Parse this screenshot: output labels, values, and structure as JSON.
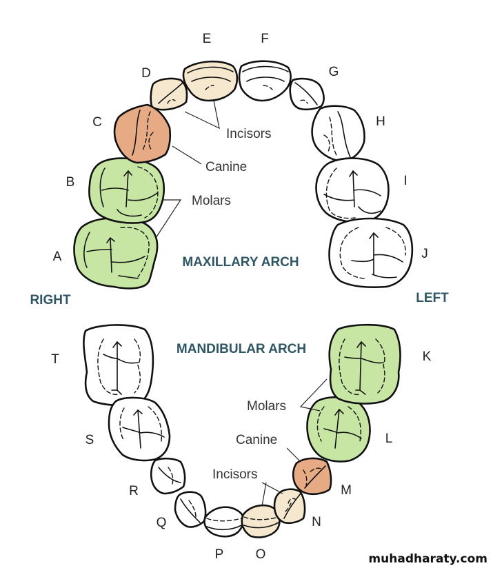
{
  "colors": {
    "molar": "#c7e6a4",
    "canine": "#e6aa84",
    "incisor": "#f6e7cf",
    "plain": "#ffffff",
    "title": "#2f5663"
  },
  "maxillary": {
    "title": "MAXILLARY ARCH",
    "callouts": {
      "incisors": "Incisors",
      "canine": "Canine",
      "molars": "Molars"
    },
    "teeth": [
      {
        "letter": "A",
        "type": "molar",
        "side": "right"
      },
      {
        "letter": "B",
        "type": "molar",
        "side": "right"
      },
      {
        "letter": "C",
        "type": "canine",
        "side": "right"
      },
      {
        "letter": "D",
        "type": "incisor",
        "side": "right"
      },
      {
        "letter": "E",
        "type": "incisor",
        "side": "right"
      },
      {
        "letter": "F",
        "type": "plain",
        "side": "left"
      },
      {
        "letter": "G",
        "type": "plain",
        "side": "left"
      },
      {
        "letter": "H",
        "type": "plain",
        "side": "left"
      },
      {
        "letter": "I",
        "type": "plain",
        "side": "left"
      },
      {
        "letter": "J",
        "type": "plain",
        "side": "left"
      }
    ]
  },
  "mandibular": {
    "title": "MANDIBULAR ARCH",
    "callouts": {
      "molars": "Molars",
      "canine": "Canine",
      "incisors": "Incisors"
    },
    "teeth": [
      {
        "letter": "K",
        "type": "molar",
        "side": "left"
      },
      {
        "letter": "L",
        "type": "molar",
        "side": "left"
      },
      {
        "letter": "M",
        "type": "canine",
        "side": "left"
      },
      {
        "letter": "N",
        "type": "incisor",
        "side": "left"
      },
      {
        "letter": "O",
        "type": "incisor",
        "side": "left"
      },
      {
        "letter": "P",
        "type": "plain",
        "side": "right"
      },
      {
        "letter": "Q",
        "type": "plain",
        "side": "right"
      },
      {
        "letter": "R",
        "type": "plain",
        "side": "right"
      },
      {
        "letter": "S",
        "type": "plain",
        "side": "right"
      },
      {
        "letter": "T",
        "type": "plain",
        "side": "right"
      }
    ]
  },
  "sides": {
    "right": "RIGHT",
    "left": "LEFT"
  },
  "watermark": "muhadharaty.com"
}
